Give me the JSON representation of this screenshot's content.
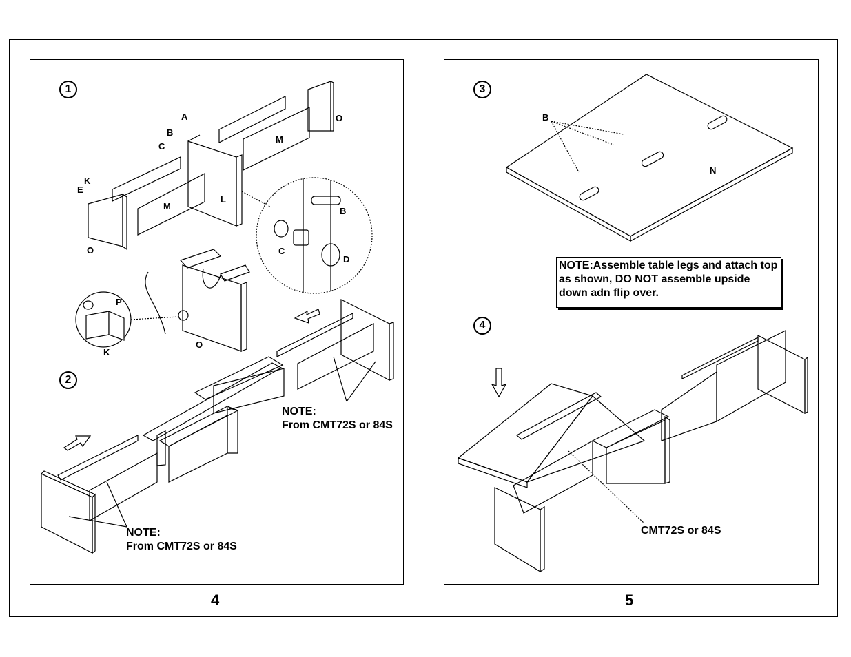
{
  "pages": {
    "left_number": "4",
    "right_number": "5"
  },
  "steps": {
    "s1": "1",
    "s2": "2",
    "s3": "3",
    "s4": "4"
  },
  "part_labels": {
    "A": "A",
    "B": "B",
    "C": "C",
    "K": "K",
    "E": "E",
    "O": "O",
    "M": "M",
    "L": "L",
    "P": "P",
    "D": "D",
    "N": "N"
  },
  "notes": {
    "step2_top_note_line1": "NOTE:",
    "step2_top_note_line2": "From CMT72S or 84S",
    "step2_bottom_note_line1": "NOTE:",
    "step2_bottom_note_line2": "From CMT72S or 84S",
    "step3_box": "NOTE:Assemble table legs and attach top as shown, DO NOT assemble upside down adn flip over.",
    "step4_label": "CMT72S or 84S"
  }
}
